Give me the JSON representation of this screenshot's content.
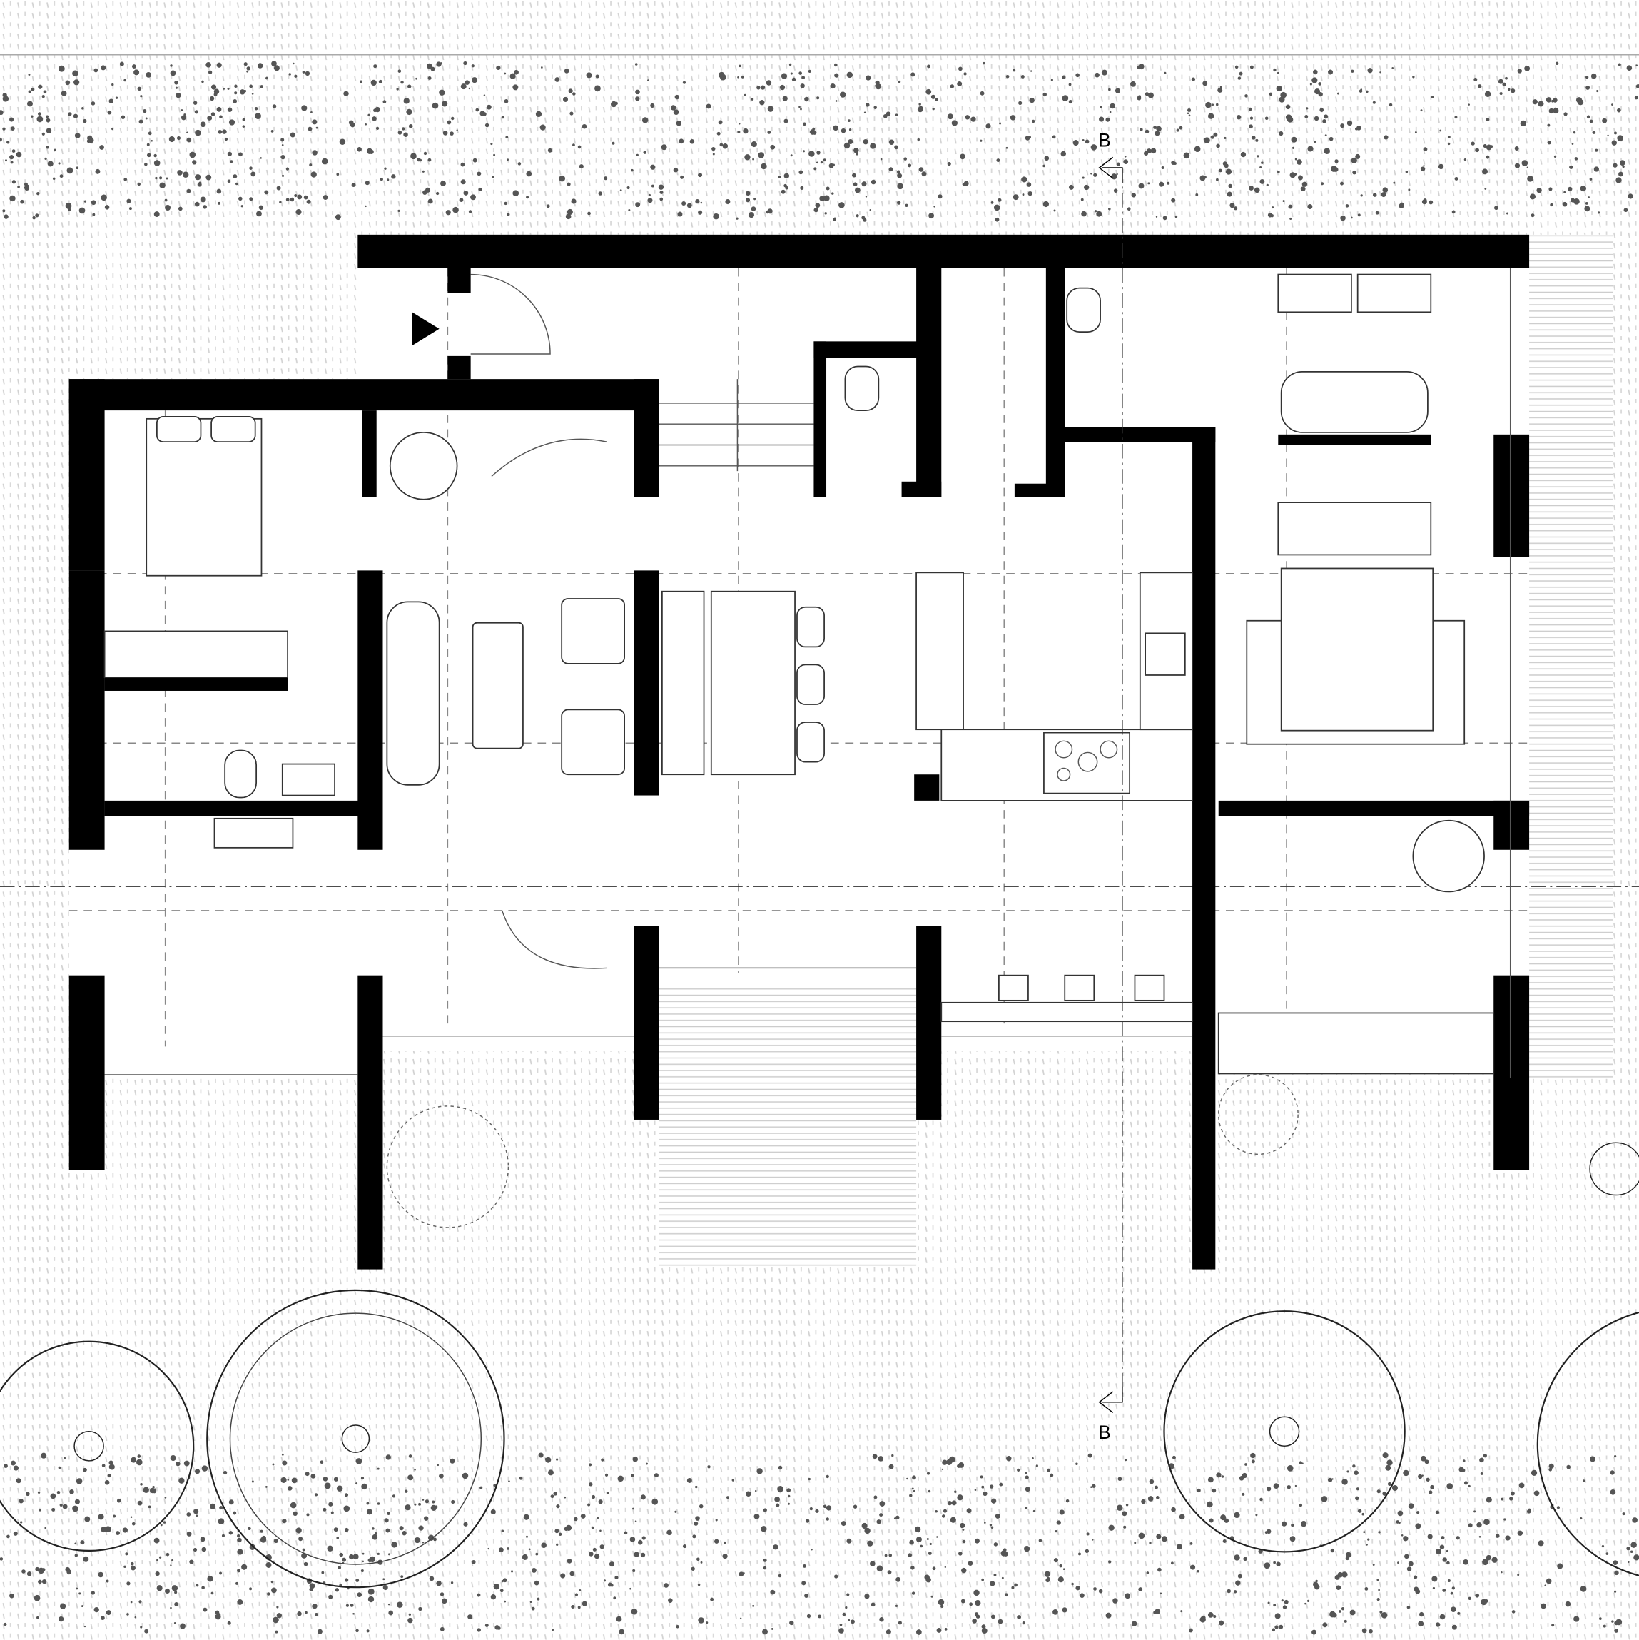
{
  "drawing": {
    "type": "floor-plan",
    "section_marker_top": "B",
    "section_marker_bottom": "B"
  },
  "colors": {
    "wall": "#000000",
    "line": "#333333",
    "texture": "#cfcfcf",
    "gravel": "#555555"
  }
}
